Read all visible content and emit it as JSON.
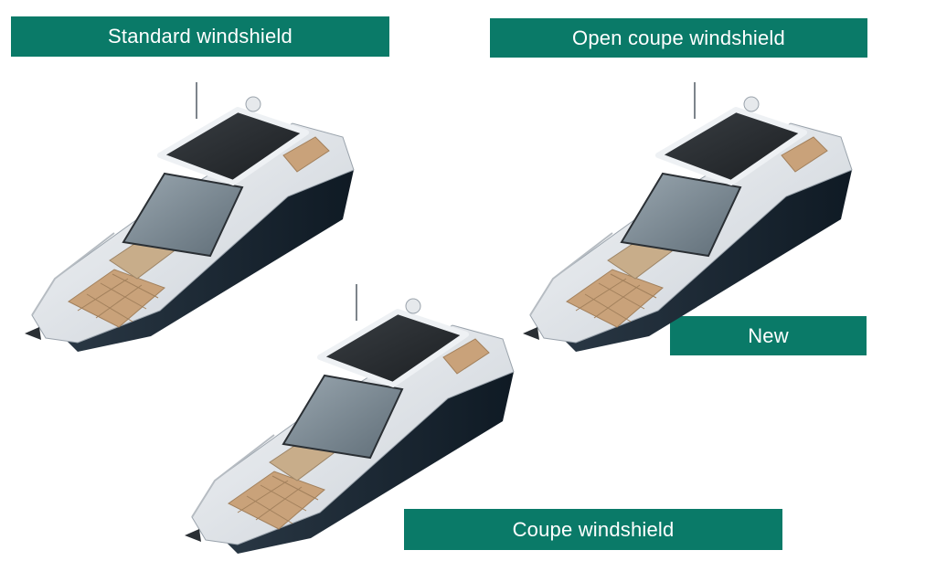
{
  "colors": {
    "accent": "#0a7a68",
    "label_text": "#ffffff"
  },
  "labels": {
    "standard": "Standard windshield",
    "open_coupe": "Open coupe windshield",
    "new": "New",
    "coupe": "Coupe windshield"
  },
  "boats": [
    {
      "name": "standard-windshield-boat",
      "variant": "standard"
    },
    {
      "name": "open-coupe-windshield-boat",
      "variant": "open-coupe"
    },
    {
      "name": "coupe-windshield-boat",
      "variant": "coupe"
    }
  ]
}
